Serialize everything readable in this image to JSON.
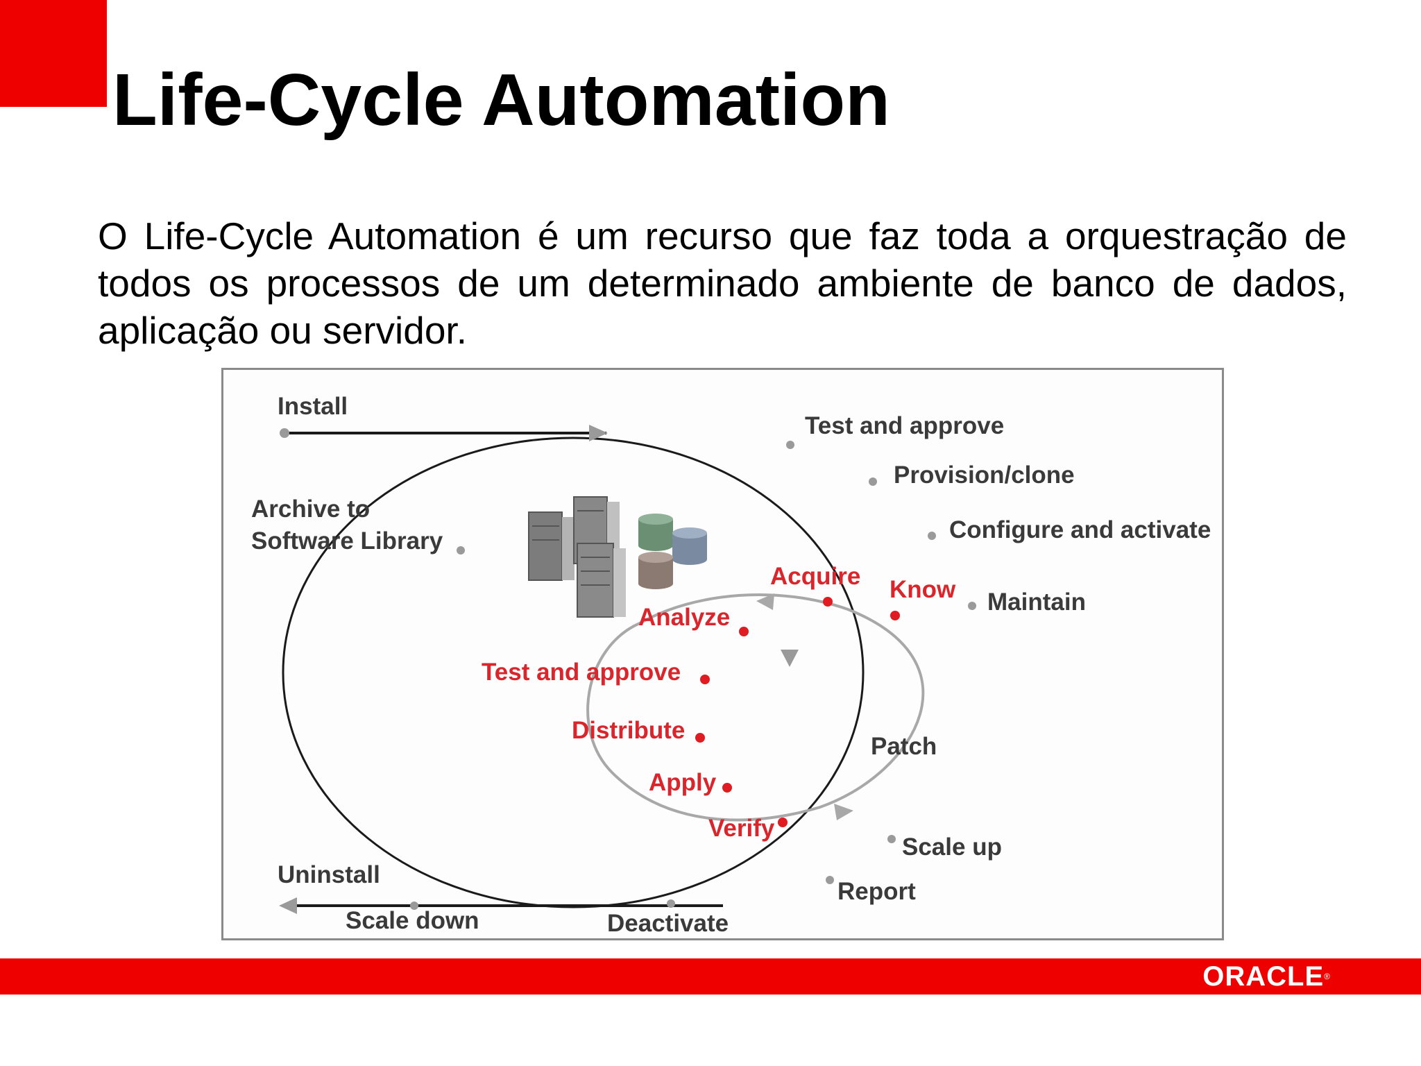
{
  "slide": {
    "title": "Life-Cycle Automation",
    "body": "O Life-Cycle Automation é um recurso que faz toda a orquestração de todos os processos de um determinado ambiente de banco de dados, aplicação ou servidor."
  },
  "diagram": {
    "outer_cycle": {
      "start": "Install",
      "end": "Uninstall",
      "steps": [
        "Test and approve",
        "Provision/clone",
        "Configure and activate",
        "Maintain",
        "Scale up",
        "Report",
        "Deactivate",
        "Scale down"
      ],
      "archive_line1": "Archive to",
      "archive_line2": "Software Library"
    },
    "patch_cycle": {
      "name": "Patch",
      "steps": [
        "Acquire",
        "Know",
        "Analyze",
        "Test and approve",
        "Distribute",
        "Apply",
        "Verify"
      ]
    }
  },
  "footer": {
    "logo": "ORACLE",
    "trademark": "®"
  },
  "colors": {
    "brand_red": "#ee0000",
    "patch_red": "#d9262d",
    "text_gray": "#3a3a3a"
  }
}
